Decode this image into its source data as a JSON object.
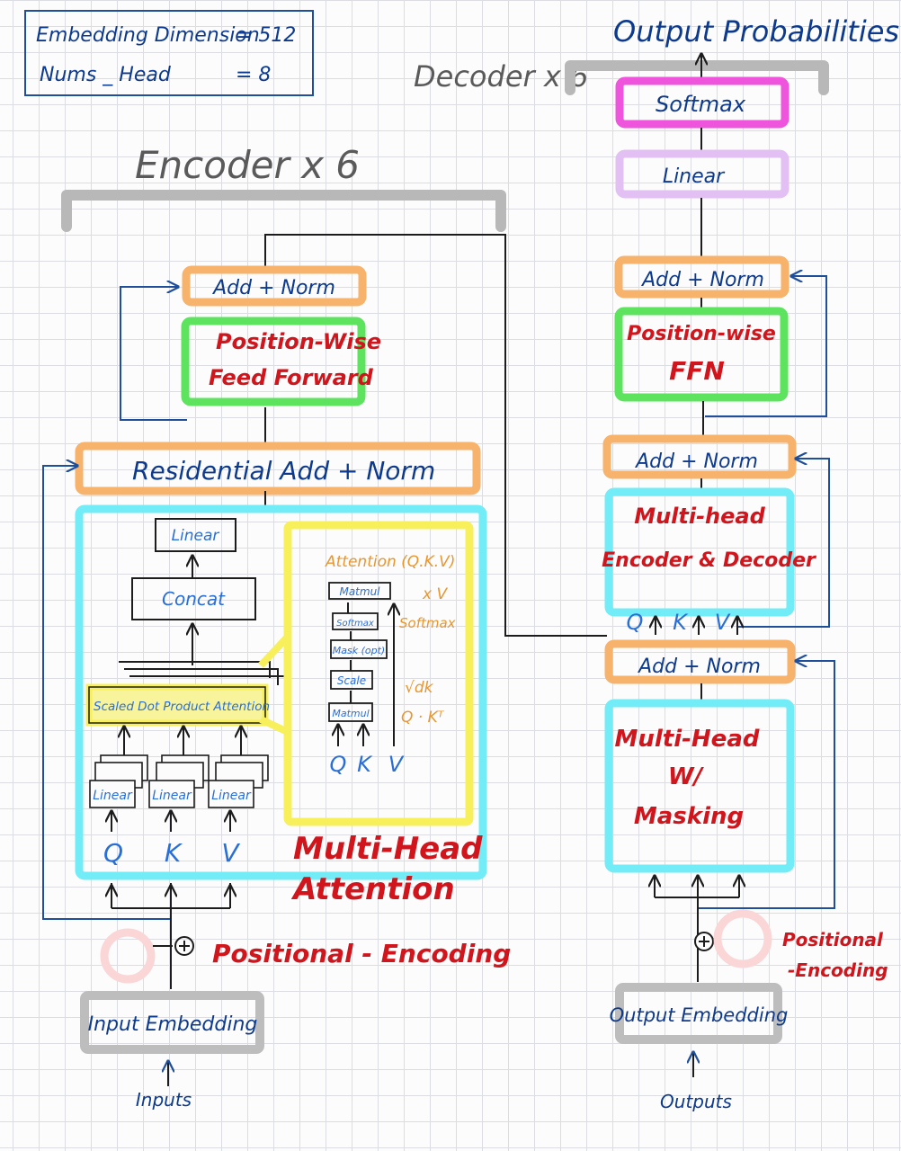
{
  "config_box": {
    "line1_label": "Embedding Dimension",
    "line1_value": "= 512",
    "line2_label": "Nums _ Head",
    "line2_value": "= 8"
  },
  "encoder": {
    "title": "Encoder x 6",
    "add_norm_top": "Add + Norm",
    "ffn_line1": "Position-Wise",
    "ffn_line2": "Feed Forward",
    "residual_add_norm": "Residential Add + Norm",
    "mha_title_line1": "Multi-Head",
    "mha_title_line2": "Attention",
    "mha_linear": "Linear",
    "mha_concat": "Concat",
    "mha_sdpa": "Scaled Dot Product Attention",
    "mha_input_linears": [
      "Linear",
      "Linear",
      "Linear"
    ],
    "mha_inputs": [
      "Q",
      "K",
      "V"
    ],
    "positional_encoding": "Positional - Encoding",
    "input_embedding": "Input Embedding",
    "inputs": "Inputs"
  },
  "attention_detail": {
    "title": "Attention (Q.K.V)",
    "blocks": [
      "Matmul",
      "Softmax",
      "Mask (opt)",
      "Scale",
      "Matmul"
    ],
    "annotations": [
      "x V",
      "Softmax",
      "√dk",
      "Q · Kᵀ"
    ],
    "inputs": [
      "Q",
      "K",
      "V"
    ]
  },
  "decoder": {
    "title": "Decoder x 6",
    "output_probabilities": "Output Probabilities.",
    "softmax": "Softmax",
    "linear": "Linear",
    "add_norm_1": "Add + Norm",
    "ffn_line1": "Position-wise",
    "ffn_line2": "FFN",
    "add_norm_2": "Add + Norm",
    "cross_attn_line1": "Multi-head",
    "cross_attn_line2": "Encoder & Decoder",
    "cross_inputs": [
      "Q",
      "K",
      "V"
    ],
    "add_norm_3": "Add + Norm",
    "masked_line1": "Multi-Head",
    "masked_line2": "W/",
    "masked_line3": "Masking",
    "positional_encoding_line1": "Positional",
    "positional_encoding_line2": "-Encoding",
    "output_embedding": "Output Embedding",
    "outputs": "Outputs"
  },
  "colors": {
    "orange": "#f7b26b",
    "green": "#5de35d",
    "cyan": "#72ecf7",
    "yellow": "#f7f05a",
    "magenta": "#ee55dc",
    "lavender": "#e3c0f4",
    "gray": "#bdbdbd",
    "pink": "#fbd6d6",
    "text_blue": "#0d3a8c",
    "text_red": "#d0151c"
  }
}
